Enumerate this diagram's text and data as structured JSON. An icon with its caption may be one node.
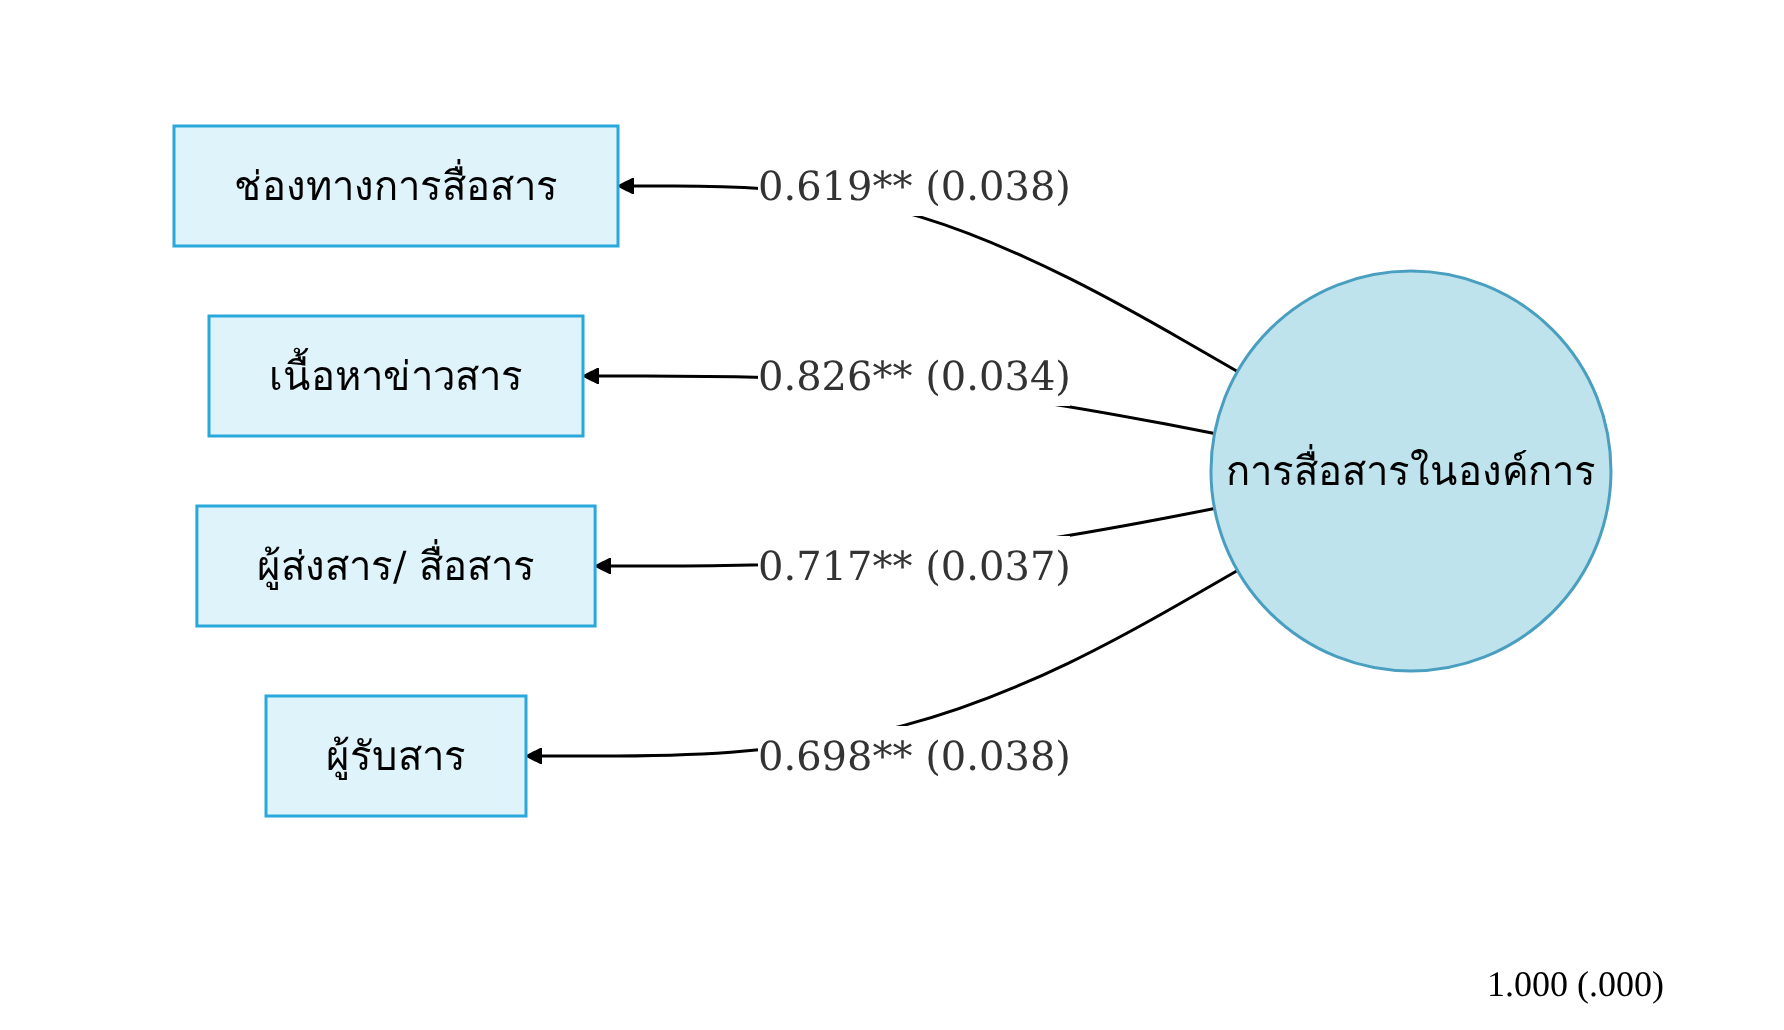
{
  "diagram": {
    "nodes": [
      {
        "text": [
          "ช่องทางการสื่อสาร"
        ]
      },
      {
        "text": [
          "เนื้อหาข่าวสาร"
        ]
      },
      {
        "text": [
          "ผู้ส่งสาร/ สื่อสาร"
        ]
      },
      {
        "text": [
          "ผู้รับสาร"
        ]
      },
      {
        "text": [
          "การสื่อสารในองค์การ"
        ]
      }
    ],
    "edges": [
      {
        "from": 4,
        "to": 0,
        "arrow": "to",
        "label": "0.619** (0.038)"
      },
      {
        "from": 4,
        "to": 1,
        "arrow": "to",
        "label": "0.826** (0.034)"
      },
      {
        "from": 4,
        "to": 2,
        "arrow": "to",
        "label": "0.717** (0.037)"
      },
      {
        "from": 4,
        "to": 3,
        "arrow": "to",
        "label": "0.698** (0.038)"
      }
    ],
    "labels": [
      "1.000 (.000)"
    ]
  }
}
